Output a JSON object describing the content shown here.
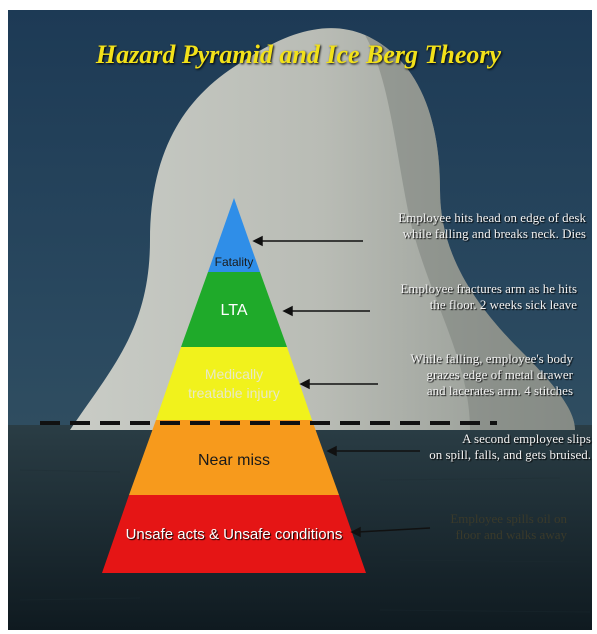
{
  "title": "Hazard Pyramid and Ice Berg Theory",
  "tiers": [
    {
      "label": "Fatality",
      "color": "#2f8ee8"
    },
    {
      "label": "LTA",
      "color": "#1faa2a"
    },
    {
      "label_lines": [
        "Medically",
        "treatable injury"
      ],
      "color": "#f1f21c"
    },
    {
      "label": "Near miss",
      "color": "#f79a1c"
    },
    {
      "label": "Unsafe acts & Unsafe conditions",
      "color": "#e51515"
    }
  ],
  "notes": [
    {
      "lines": [
        "Employee hits head on edge of desk",
        "while falling and breaks neck. Dies"
      ]
    },
    {
      "lines": [
        "Employee fractures arm as he hits",
        "the floor. 2 weeks sick leave"
      ]
    },
    {
      "lines": [
        "While falling, employee's body",
        "grazes edge of metal drawer",
        "and lacerates arm. 4 stitches"
      ]
    },
    {
      "lines": [
        "A second employee slips",
        "on spill, falls, and gets bruised."
      ]
    },
    {
      "lines": [
        "Employee spills oil on",
        "floor and walks away"
      ]
    }
  ]
}
